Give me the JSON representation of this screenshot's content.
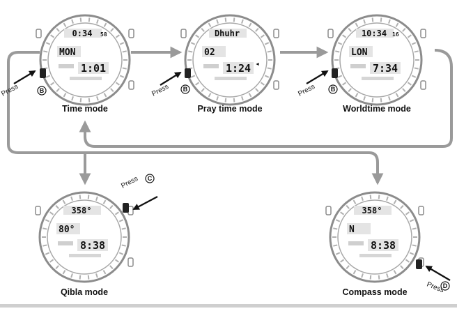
{
  "colors": {
    "flow_arrow": "#9a9a9a",
    "press_arrow": "#111111",
    "bezel": "#8c8c8c",
    "label": "#111111",
    "background": "#ffffff"
  },
  "watches": [
    {
      "id": "time",
      "mode_label": "Time mode",
      "press_text": "Press",
      "press_button": "B",
      "top_display": "0:34",
      "top_small": "58",
      "left_display": "MON",
      "right_display": "1:01",
      "right_small": ""
    },
    {
      "id": "pray",
      "mode_label": "Pray time mode",
      "press_text": "Press",
      "press_button": "B",
      "top_display": "Dhuhr",
      "top_small": "",
      "left_display": "02",
      "right_display": "1:24",
      "right_small": "◄"
    },
    {
      "id": "worldtime",
      "mode_label": "Worldtime mode",
      "press_text": "Press",
      "press_button": "B",
      "top_display": "10:34",
      "top_small": "16",
      "left_display": "LON",
      "right_display": "7:34",
      "right_small": ""
    },
    {
      "id": "qibla",
      "mode_label": "Qibla mode",
      "press_text": "Press",
      "press_button": "C",
      "top_display": "358°",
      "top_small": "",
      "left_display": "80°",
      "right_display": "8:38",
      "right_small": ""
    },
    {
      "id": "compass",
      "mode_label": "Compass mode",
      "press_text": "Press",
      "press_button": "D",
      "top_display": "358°",
      "top_small": "",
      "left_display": "N",
      "right_display": "8:38",
      "right_small": ""
    }
  ]
}
